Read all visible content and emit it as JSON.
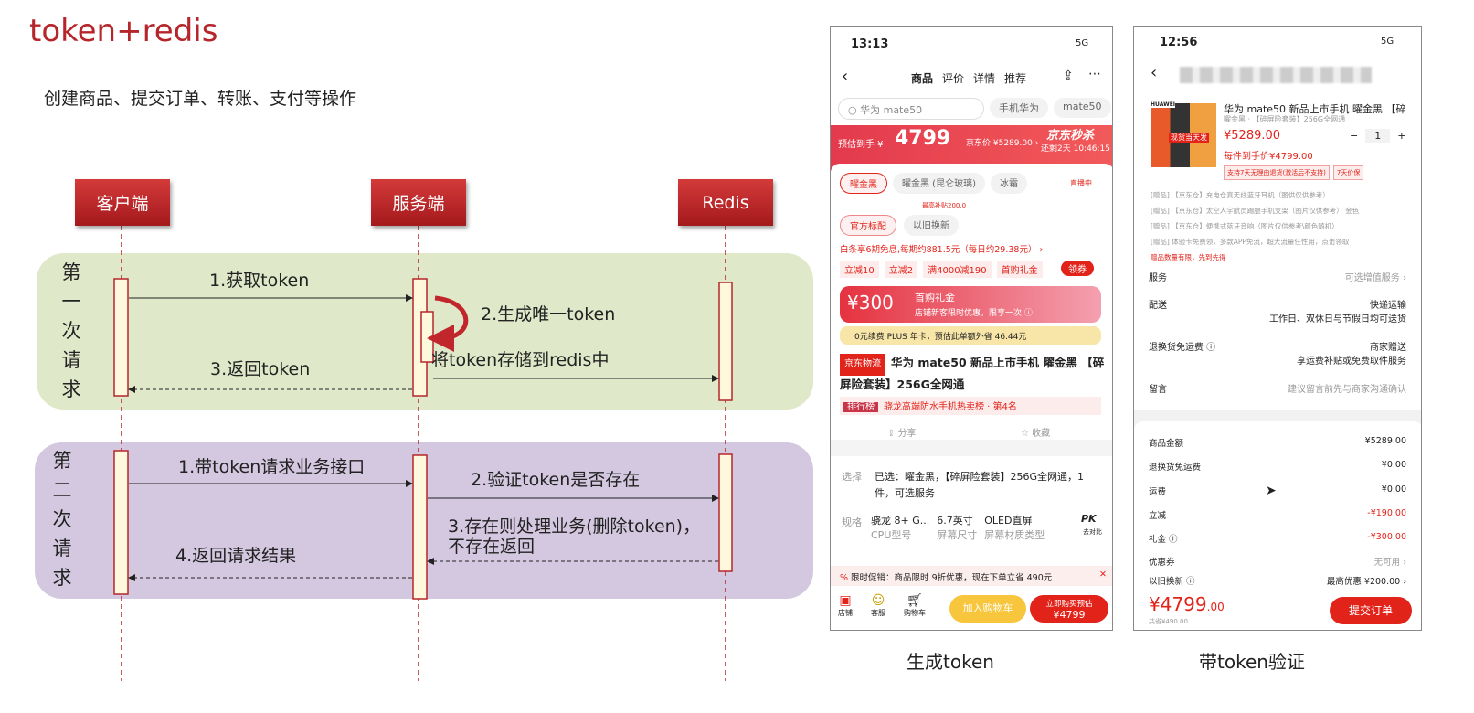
{
  "slide": {
    "title": "token+redis",
    "subtitle": "创建商品、提交订单、转账、支付等操作"
  },
  "diagram": {
    "actors": [
      "客户端",
      "服务端",
      "Redis"
    ],
    "first": {
      "label": [
        "第",
        "一",
        "次",
        "请",
        "求"
      ],
      "msgs": [
        "1.获取token",
        "2.生成唯一token",
        "将token存储到redis中",
        "3.返回token"
      ]
    },
    "second": {
      "label": [
        "第",
        "二",
        "次",
        "请",
        "求"
      ],
      "msgs": [
        "1.带token请求业务接口",
        "2.验证token是否存在",
        "3.存在则处理业务(删除token)，",
        "不存在返回",
        "4.返回请求结果"
      ]
    },
    "colors": {
      "first": "#dfe8c8",
      "second": "#d4c8e0",
      "accent": "#b5262b"
    }
  },
  "phone1": {
    "caption": "生成token",
    "time": "13:13",
    "signal": "5G",
    "tabs": [
      "商品",
      "评价",
      "详情",
      "推荐"
    ],
    "search": "华为 mate50",
    "chips": [
      "手机华为",
      "mate50"
    ],
    "price_prefix": "预估到手 ¥",
    "price": "4799",
    "jd_price": "京东价 ¥5289.00 ›",
    "flash": "京东秒杀",
    "countdown": "还剩2天 10:46:15",
    "live": "直播中",
    "variants": [
      "曜金黑",
      "曜金黑 (昆仑玻璃)",
      "冰霜"
    ],
    "options": [
      "官方标配",
      "以旧换新"
    ],
    "subsidy": "最高补贴200.0",
    "installment": "白条享6期免息,每期约881.5元（每日约29.38元） ›",
    "coupons": [
      "立减10",
      "立减2",
      "满4000减190",
      "首购礼金"
    ],
    "claim": "领券",
    "gift_amount": "¥300",
    "gift_title": "首购礼金",
    "gift_desc": "店铺新客限时优惠，限享一次 ⓘ",
    "plus": "0元续费 PLUS 年卡，预估此单额外省 46.44元",
    "logistics": "京东物流",
    "product": "华为 mate50 新品上市手机 曜金黑 【碎屏险套装】256G全网通",
    "rank_tag": "排行榜",
    "rank": "骁龙高端防水手机热卖榜 · 第4名",
    "share": "分享",
    "fav": "收藏",
    "select_label": "选择",
    "select_value": "已选：曜金黑，【碎屏险套装】256G全网通，1件，可选服务",
    "spec_label": "规格",
    "specs": [
      [
        "骁龙 8+ G...",
        "CPU型号"
      ],
      [
        "6.7英寸",
        "屏幕尺寸"
      ],
      [
        "OLED直屏",
        "屏幕材质类型"
      ]
    ],
    "pk": "PK",
    "pk_sub": "去对比",
    "promo": "限时促销：商品限时 9折优惠，现在下单立省 490元",
    "nav": [
      "店铺",
      "客服",
      "购物车"
    ],
    "cart_btn": "加入购物车",
    "buy_btn": "立即购买预估",
    "buy_price": "¥4799"
  },
  "phone2": {
    "caption": "带token验证",
    "time": "12:56",
    "signal": "5G",
    "product": "华为 mate50 新品上市手机 曜金黑 【碎",
    "spec": "曜金黑 · 【碎屏险套装】256G全网通",
    "brand": "HUAWEI",
    "img_tag": "现货当天发",
    "price": "¥5289.00",
    "each": "每件到手价¥4799.00",
    "qty": "1",
    "tags": [
      "支持7天无理由退货(激活后不支持)",
      "7天价保"
    ],
    "gifts": [
      "[赠品] 【京东仓】充电仓真无线蓝牙耳机（图供仅供参考）",
      "[赠品] 【京东仓】太空人宇航员踢腿手机支架（图片仅供参考） 金色",
      "[赠品] 【京东仓】便携式蓝牙音响（图片仅供参考\\颜色随机）",
      "[赠品] 体验卡免费领，多款APP免流，超大流量任性用，点击领取"
    ],
    "gift_note": "赠品数量有限，先到先得",
    "service": [
      "服务",
      "可选增值服务 ›"
    ],
    "delivery": [
      "配送",
      "快递运输",
      "工作日、双休日与节假日均可送货"
    ],
    "return": [
      "退换货免运费 ⓘ",
      "商家赠送",
      "享运费补贴或免费取件服务"
    ],
    "note": [
      "留言",
      "建议留言前先与商家沟通确认"
    ],
    "summary": [
      [
        "商品金额",
        "¥5289.00"
      ],
      [
        "退换货免运费",
        "¥0.00"
      ],
      [
        "运费",
        "¥0.00"
      ],
      [
        "立减",
        "-¥190.00"
      ],
      [
        "礼金 ⓘ",
        "-¥300.00"
      ],
      [
        "优惠券",
        "无可用 ›"
      ],
      [
        "以旧换新 ⓘ",
        "最高优惠 ¥200.00 ›"
      ]
    ],
    "total": "¥4799",
    "total_dec": ".00",
    "saved": "共省¥490.00",
    "submit": "提交订单"
  }
}
